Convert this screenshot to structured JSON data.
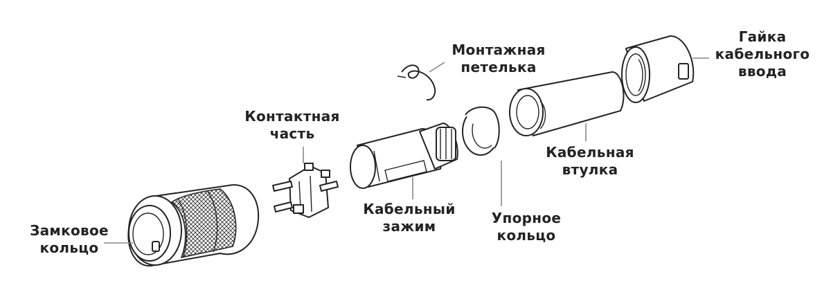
{
  "labels": {
    "lock_ring": [
      "Замковое",
      "кольцо"
    ],
    "contact_part": [
      "Контактная",
      "часть"
    ],
    "cable_clamp": [
      "Кабельный",
      "зажим"
    ],
    "mounting_loop": [
      "Монтажная",
      "петелька"
    ],
    "thrust_ring": [
      "Упорное",
      "кольцо"
    ],
    "cable_sleeve": [
      "Кабельная",
      "втулка"
    ],
    "gland_nut": [
      "Гайка",
      "кабельного",
      "ввода"
    ]
  }
}
